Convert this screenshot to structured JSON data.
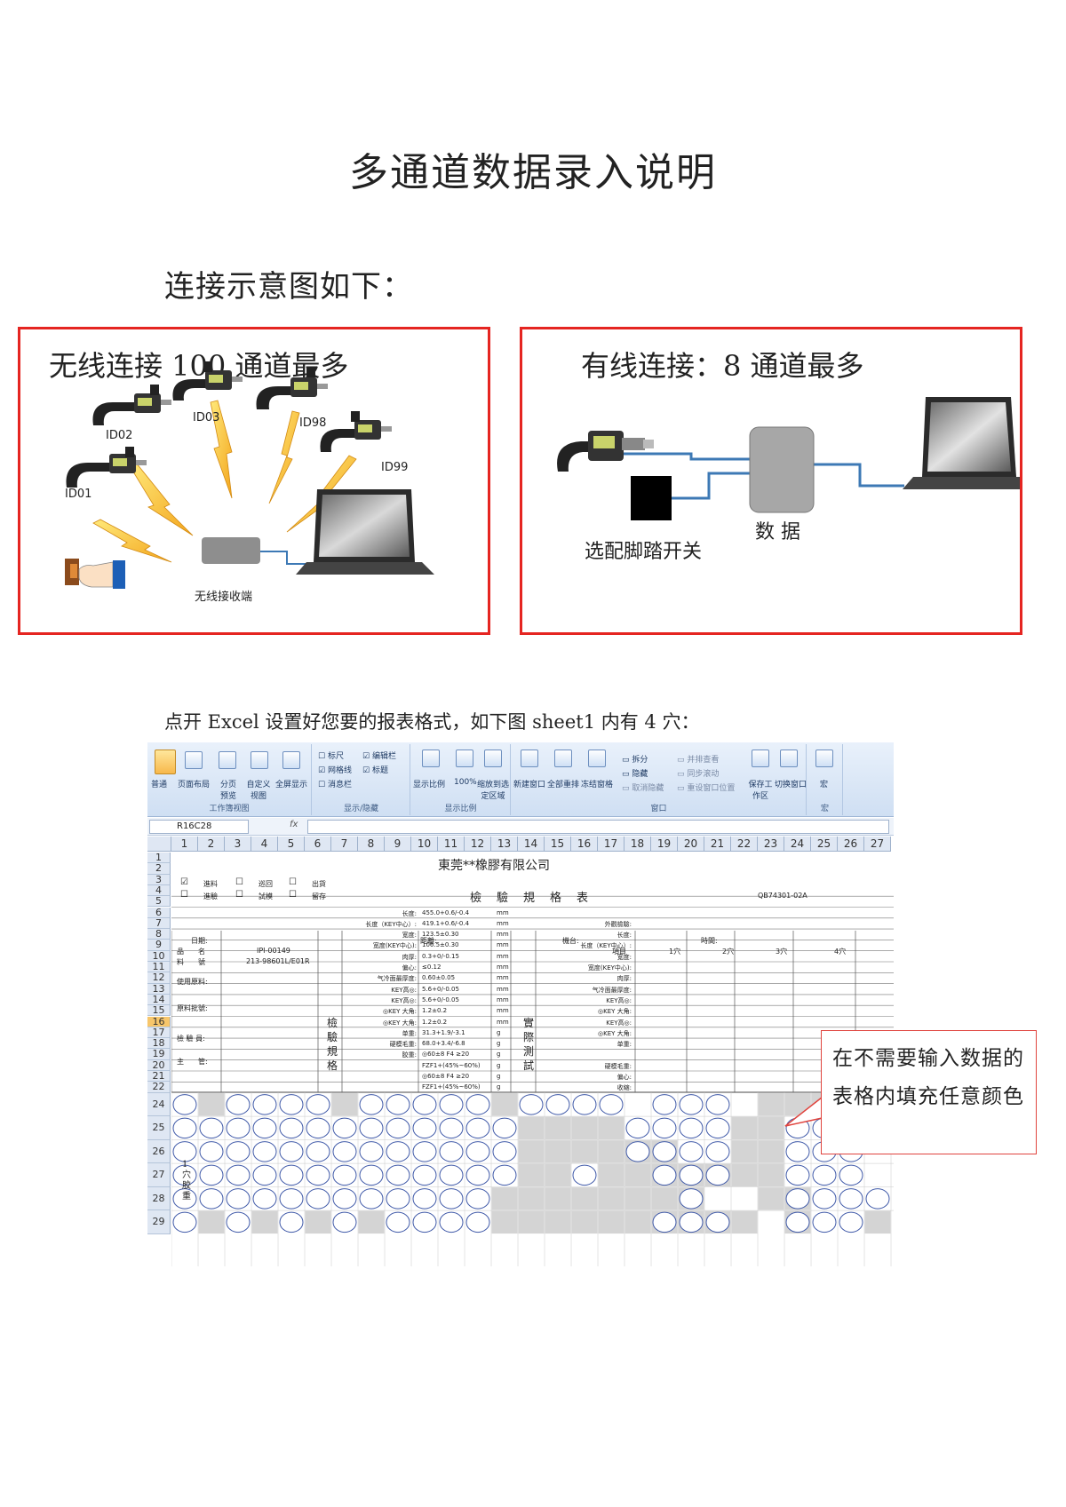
{
  "title": "多通道数据录入说明",
  "intro": "连接示意图如下：",
  "wireless": {
    "title": "无线连接  100 通道最多",
    "ids": [
      "ID01",
      "ID02",
      "ID03",
      "ID98",
      "ID99"
    ],
    "receiver_label": "无线接收端"
  },
  "wired": {
    "title": "有线连接：8 通道最多",
    "footswitch_label": "选配脚踏开关",
    "box_label": "数  据"
  },
  "section_text": "点开 Excel 设置好您要的报表格式，如下图 sheet1 内有 4 穴：",
  "excel": {
    "ribbon": {
      "groups": [
        {
          "name": "工作簿视图",
          "buttons": [
            "普通",
            "页面布局",
            "分页预览",
            "自定义视图",
            "全屏显示"
          ]
        },
        {
          "name": "显示/隐藏",
          "checks": [
            "标尺",
            "编辑栏",
            "网格线",
            "标题",
            "消息栏"
          ]
        },
        {
          "name": "显示比例",
          "buttons": [
            "显示比例",
            "100%",
            "缩放到选定区域"
          ]
        },
        {
          "name": "窗口",
          "buttons": [
            "新建窗口",
            "全部重排",
            "冻结窗格"
          ],
          "small": [
            "拆分",
            "隐藏",
            "取消隐藏",
            "并排查看",
            "同步滚动",
            "重设窗口位置"
          ],
          "extra": [
            "保存工作区",
            "切换窗口"
          ]
        },
        {
          "name": "宏",
          "buttons": [
            "宏"
          ]
        }
      ]
    },
    "name_box": "R16C28",
    "fx": "fx",
    "columns": [
      "1",
      "2",
      "3",
      "4",
      "5",
      "6",
      "7",
      "8",
      "9",
      "10",
      "11",
      "12",
      "13",
      "14",
      "15",
      "16",
      "17",
      "18",
      "19",
      "20",
      "21",
      "22",
      "23",
      "24",
      "25",
      "26",
      "27"
    ],
    "rows": [
      "1",
      "2",
      "3",
      "4",
      "5",
      "6",
      "7",
      "8",
      "9",
      "10",
      "11",
      "12",
      "13",
      "14",
      "15",
      "16",
      "17",
      "18",
      "19",
      "20",
      "21",
      "22",
      "24",
      "25",
      "26",
      "27",
      "28",
      "29"
    ],
    "selected_row": "16",
    "company": "東莞**橡膠有限公司",
    "report_title": "檢　驗　規　格　表",
    "doc_code": "QB74301-02A",
    "check_labels": [
      "進料",
      "巡回",
      "出貨",
      "進驗",
      "試模",
      "留存"
    ],
    "labels": {
      "date": "日期:",
      "distance": "距離:",
      "machine": "機台:",
      "time": "時間:",
      "product_name": "品　　名",
      "material_no": "料　　號",
      "material_used": "使用原料:",
      "batch_no": "原料批號:",
      "inspector": "檢 驗 員:",
      "supervisor": "主　　管:",
      "item": "項目"
    },
    "values": {
      "product_name": "IPI-00149",
      "material_no": "213-98601L/E01R"
    },
    "spec_vertical": "檢驗規格",
    "actual_vertical": "實際測試",
    "spec_items": [
      "长度:",
      "长度（KEY中心）:",
      "宽度:",
      "宽度(KEY中心):",
      "肉厚:",
      "偏心:",
      "气冷面最厚度:",
      "KEY高◎:",
      "KEY高◎:",
      "◎KEY 大角:",
      "◎KEY 大角:",
      "单重:",
      "硬模毛重:",
      "胶重:",
      "",
      "",
      ""
    ],
    "spec_values": [
      "455.0+0.6/-0.4",
      "419.1+0.6/-0.4",
      "123.5±0.30",
      "106.5±0.30",
      "0.3+0/-0.15",
      "≤0.12",
      "0.60±0.05",
      "5.6+0/-0.05",
      "5.6+0/-0.05",
      "1.2±0.2",
      "1.2±0.2",
      "31.3+1.9/-3.1",
      "68.0+3.4/-6.8",
      "◎60±8  F4 ≥20",
      "FZF1+(45%~60%)",
      "◎60±8  F4 ≥20",
      "FZF1+(45%~60%)"
    ],
    "spec_units": [
      "mm",
      "mm",
      "mm",
      "mm",
      "mm",
      "mm",
      "mm",
      "mm",
      "mm",
      "mm",
      "mm",
      "g",
      "g",
      "g",
      "g",
      "g",
      "g"
    ],
    "actual_items": [
      "外觀檢驗:",
      "长度:",
      "长度（KEY中心）:",
      "宽度:",
      "宽度(KEY中心):",
      "肉厚:",
      "气冷面最厚度:",
      "KEY高◎:",
      "◎KEY 大角:",
      "KEY高◎:",
      "◎KEY 大角:",
      "单重:",
      "硬模毛重:",
      "偏心:",
      "收縮:"
    ],
    "cavities": [
      "1穴",
      "2穴",
      "3穴",
      "4穴"
    ],
    "weight_label": "1穴胶重"
  },
  "callout": "在不需要输入数据的表格内填充任意颜色"
}
